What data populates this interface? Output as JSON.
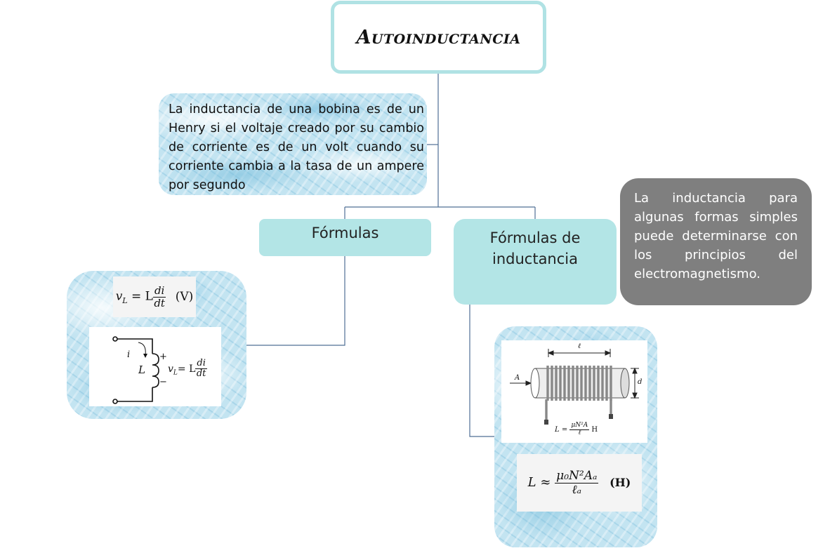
{
  "title": "Autoinductancia",
  "definition": "La inductancia de una bobina es de un Henry si el voltaje creado por su cambio de corriente es de un volt cuando su corriente cambia a la tasa de un ampere por segundo",
  "branches": {
    "formulas": "Fórmulas",
    "inductance_formulas": "Fórmulas de inductancia"
  },
  "note": "La inductancia para algunas formas simples puede determinarse con los principios del electromagnetismo.",
  "left_card": {
    "equation_lhs": "v",
    "equation_sub": "L",
    "equation_eq": "= L",
    "equation_num": "di",
    "equation_den": "dt",
    "equation_unit": "(V)",
    "circuit_current": "i",
    "circuit_inductor": "L",
    "circuit_plus": "+",
    "circuit_minus": "−",
    "circuit_eq_lhs": "v",
    "circuit_eq_sub": "L",
    "circuit_eq_mid": "= L",
    "circuit_eq_num": "di",
    "circuit_eq_den": "dt"
  },
  "right_card": {
    "coil_length": "ℓ",
    "coil_area": "A",
    "coil_diameter": "d",
    "coil_formula_lhs": "L =",
    "coil_formula_num": "μN²A",
    "coil_formula_den": "ℓ",
    "coil_formula_unit": "H",
    "approx_lhs": "L ≈",
    "approx_num": "μ₀N²Aₐ",
    "approx_den": "ℓₐ",
    "approx_unit": "(H)"
  }
}
